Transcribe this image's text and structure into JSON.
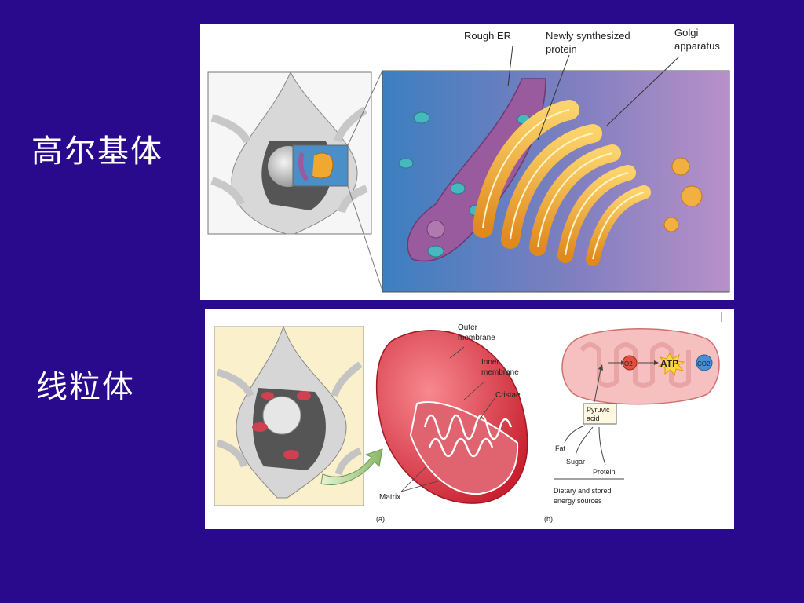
{
  "slide": {
    "golgi_title": "高尔基体",
    "mito_title": "线粒体"
  },
  "golgi_figure": {
    "rough_er": "Rough ER",
    "newly_line1": "Newly synthesized",
    "newly_line2": "protein",
    "golgi_line1": "Golgi",
    "golgi_line2": "apparatus"
  },
  "mito_figure": {
    "outer_line1": "Outer",
    "outer_line2": "membrane",
    "inner_line1": "Inner",
    "inner_line2": "membrane",
    "cristae": "Cristae",
    "matrix": "Matrix",
    "panel_a": "(a)",
    "panel_b": "(b)",
    "o2": "O2",
    "atp": "ATP",
    "co2": "CO2",
    "pyruvic_line1": "Pyruvic",
    "pyruvic_line2": "acid",
    "fat": "Fat",
    "sugar": "Sugar",
    "protein": "Protein",
    "dietary_line1": "Dietary and stored",
    "dietary_line2": "energy sources"
  },
  "colors": {
    "background": "#2a0a8c",
    "golgi": "#f0a830",
    "er": "#9a5a9e",
    "mitochondrion": "#e0404a"
  }
}
